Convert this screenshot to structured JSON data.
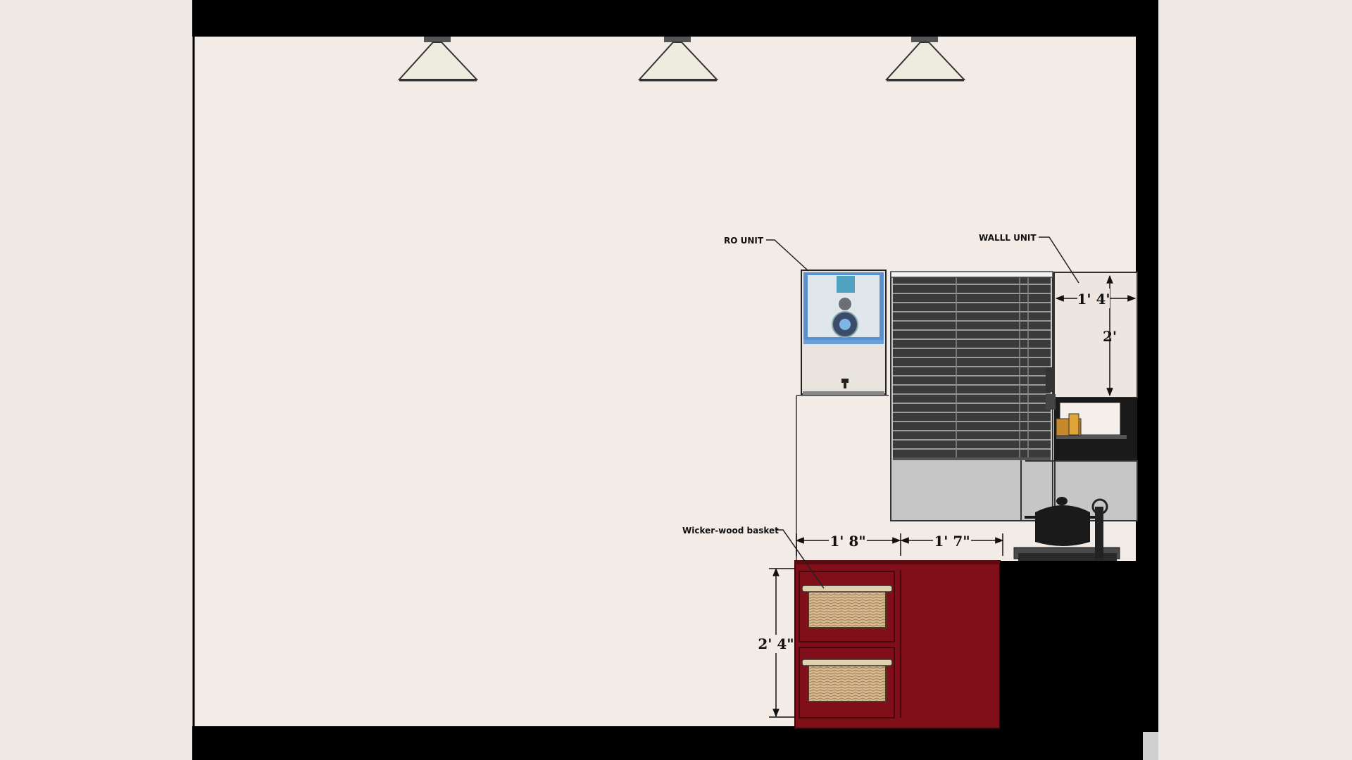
{
  "labels": {
    "ro_unit": "RO UNIT",
    "wall_unit": "WALLL UNIT",
    "wicker_basket": "Wicker-wood basket"
  },
  "dimensions": {
    "wall_unit_width": "1' 4'",
    "wall_unit_height": "2'",
    "cabinet_width_left": "1' 8\"",
    "cabinet_width_right": "1' 7\"",
    "cabinet_height": "2' 4\""
  },
  "colors": {
    "background": "#efe8e3",
    "wall": "#f2ebe6",
    "structure": "#000000",
    "cabinet": "#800f1a",
    "wicker": "#d3b48a",
    "lamp": "#ecedde",
    "blind": "#3a3a3a",
    "glass": "#c9c9c9"
  }
}
